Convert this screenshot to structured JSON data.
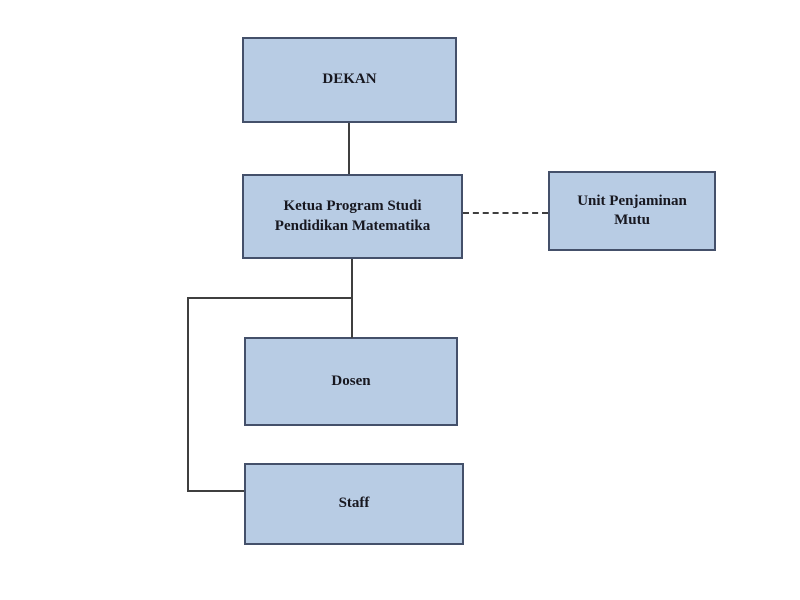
{
  "diagram": {
    "type": "org-chart",
    "nodes": {
      "dekan": {
        "label": "DEKAN"
      },
      "kaprodi": {
        "label": "Ketua Program Studi Pendidikan Matematika"
      },
      "upm": {
        "label": "Unit Penjaminan Mutu"
      },
      "dosen": {
        "label": "Dosen"
      },
      "staff": {
        "label": "Staff"
      }
    },
    "edges": [
      {
        "from": "dekan",
        "to": "kaprodi",
        "style": "solid"
      },
      {
        "from": "kaprodi",
        "to": "upm",
        "style": "dashed"
      },
      {
        "from": "kaprodi",
        "to": "dosen",
        "style": "solid"
      },
      {
        "from": "kaprodi",
        "to": "staff",
        "style": "solid"
      }
    ],
    "colors": {
      "node_fill": "#b8cce4",
      "node_border": "#44506a",
      "connector": "#3f3f3f",
      "text": "#17171f",
      "background": "#ffffff"
    }
  }
}
